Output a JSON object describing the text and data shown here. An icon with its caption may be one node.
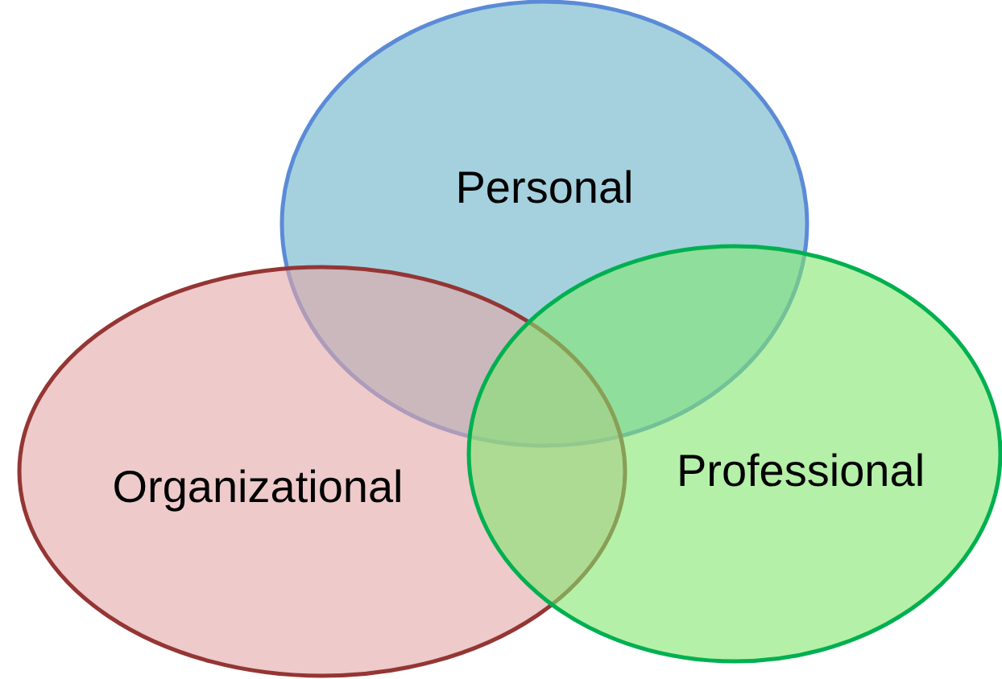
{
  "diagram": {
    "nodes": [
      {
        "text": [
          "Personal"
        ]
      },
      {
        "text": [
          "Organizational"
        ]
      },
      {
        "text": [
          "Professional"
        ]
      }
    ]
  }
}
